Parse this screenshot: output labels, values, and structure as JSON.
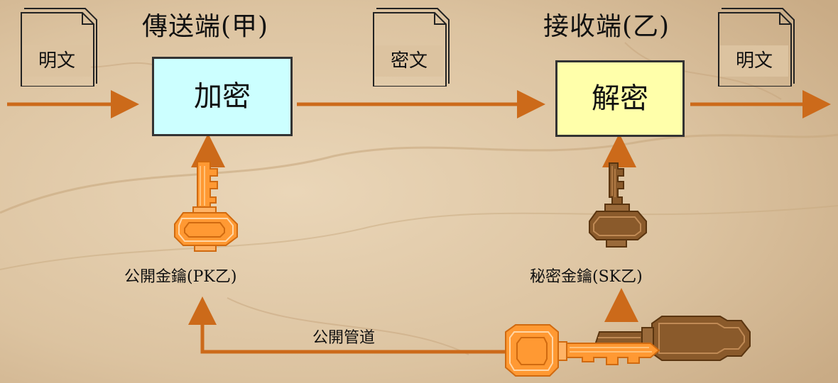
{
  "sender": {
    "title": "傳送端(甲)"
  },
  "receiver": {
    "title": "接收端(乙)"
  },
  "documents": {
    "plaintext_in": "明文",
    "ciphertext": "密文",
    "plaintext_out": "明文"
  },
  "processes": {
    "encrypt": "加密",
    "decrypt": "解密"
  },
  "keys": {
    "public_key_label": "公開金鑰(PK乙)",
    "secret_key_label": "秘密金鑰(SK乙)"
  },
  "channel": {
    "label": "公開管道"
  },
  "colors": {
    "arrow": "#cc6a1a",
    "encrypt_box": "#ccffff",
    "decrypt_box": "#ffffaa",
    "public_key": "#ff9933",
    "secret_key": "#8a5a2b",
    "background": "#dcc3a0"
  },
  "icons": [
    "document-icon",
    "public-key-icon",
    "secret-key-icon",
    "arrow-icon"
  ]
}
